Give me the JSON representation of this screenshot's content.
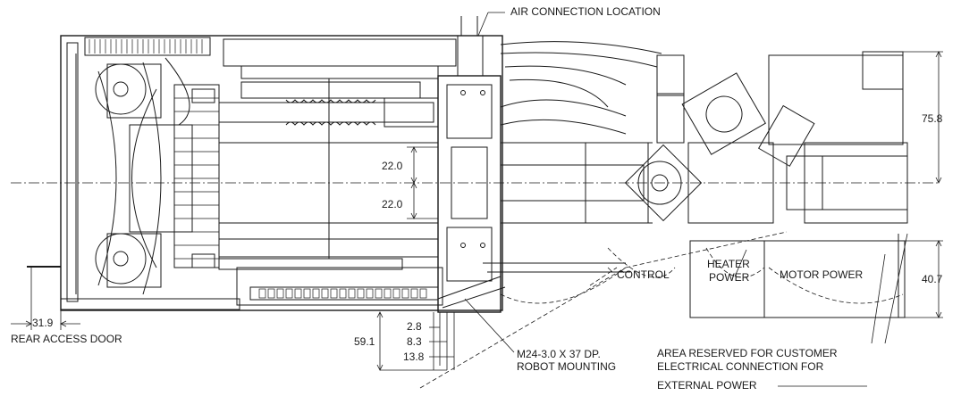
{
  "callouts": {
    "air_connection": "AIR CONNECTION LOCATION",
    "rear_access_door": "REAR ACCESS DOOR",
    "control": "CONTROL",
    "heater_power_l1": "HEATER",
    "heater_power_l2": "POWER",
    "motor_power": "MOTOR POWER",
    "robot_mounting_l1": "M24-3.0 X 37 DP.",
    "robot_mounting_l2": "ROBOT MOUNTING",
    "area_reserved_l1": "AREA RESERVED FOR CUSTOMER",
    "area_reserved_l2": "ELECTRICAL CONNECTION FOR",
    "area_reserved_l3": "EXTERNAL POWER"
  },
  "dimensions": {
    "d_75_8": "75.8",
    "d_40_7": "40.7",
    "d_22_0_upper": "22.0",
    "d_22_0_lower": "22.0",
    "d_31_9": "31.9",
    "d_59_1": "59.1",
    "d_2_8": "2.8",
    "d_8_3": "8.3",
    "d_13_8": "13.8"
  },
  "colors": {
    "line": "#1a1a1a",
    "background": "#ffffff"
  }
}
